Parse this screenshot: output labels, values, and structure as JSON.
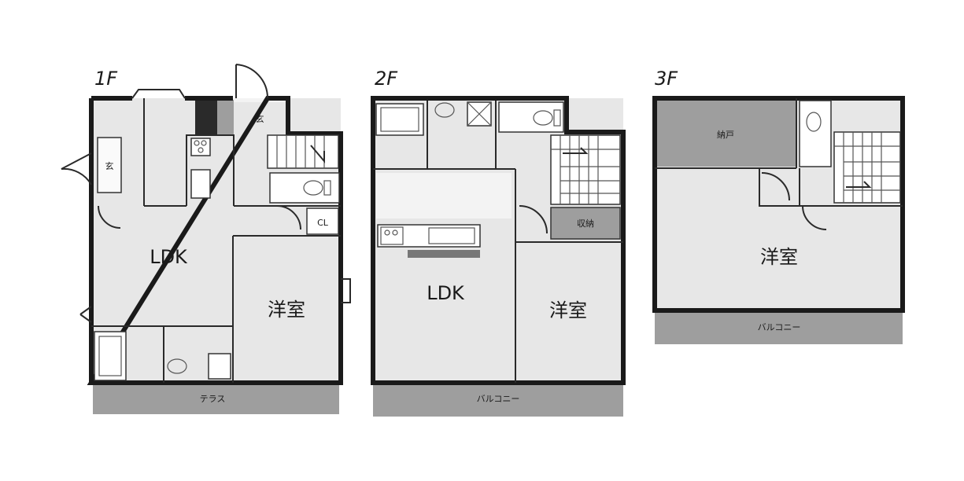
{
  "floors": [
    {
      "label": "1F",
      "rooms": {
        "ldk": "LDK",
        "western": "洋室",
        "entrance_top": "玄",
        "entrance_left": "玄",
        "closet": "CL",
        "terrace": "テラス"
      }
    },
    {
      "label": "2F",
      "rooms": {
        "ldk": "LDK",
        "western": "洋室",
        "storage": "収納",
        "balcony": "バルコニー"
      }
    },
    {
      "label": "3F",
      "rooms": {
        "western": "洋室",
        "storeroom": "納戸",
        "balcony": "バルコニー"
      }
    }
  ]
}
